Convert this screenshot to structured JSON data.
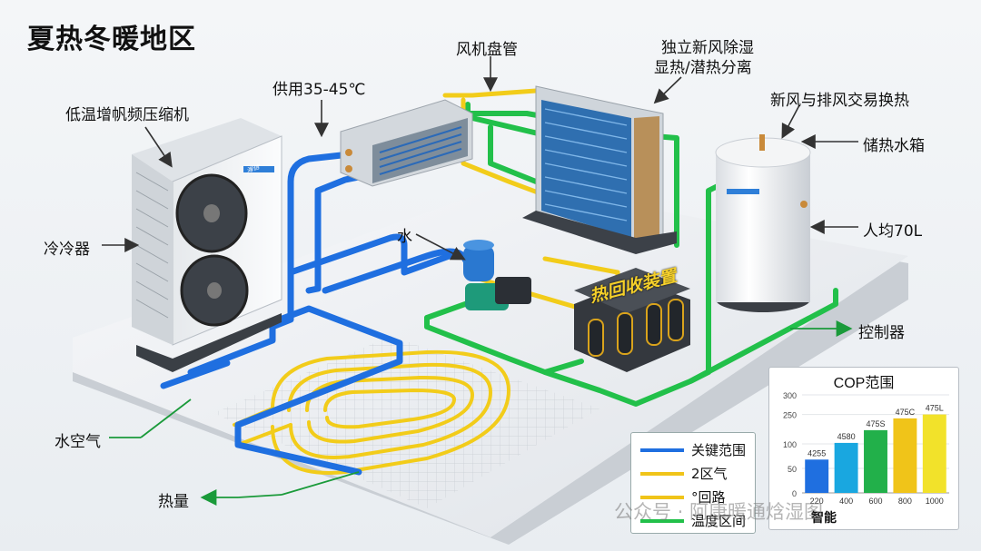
{
  "title": "夏热冬暖地区",
  "labels": {
    "compressor": "低温增帆频压缩机",
    "supply_temp": "供用35-45℃",
    "fan_coil": "风机盘管",
    "fresh_air_1": "独立新风除湿",
    "fresh_air_2": "显热/潜热分离",
    "exchange": "新风与排风交易换热",
    "tank": "储热水箱",
    "per_capita": "人均70L",
    "condenser": "冷冷器",
    "water": "水",
    "heat_recovery": "热回收装置",
    "controller": "控制器",
    "air_water": "水空气",
    "heat": "热量",
    "unit_brand": "海信"
  },
  "legend": [
    {
      "label": "关键范围",
      "color": "#1f6fe0"
    },
    {
      "label": "2区气",
      "color": "#f0c419"
    },
    {
      "label": "°回路",
      "color": "#f0c419"
    },
    {
      "label": "温度区间",
      "color": "#1fb84a"
    }
  ],
  "colors": {
    "pipe_blue": "#1f6fe0",
    "pipe_yellow": "#f2cc1a",
    "pipe_green": "#22c04a",
    "arrow_green": "#1a9a3a"
  },
  "chart_data": {
    "type": "bar",
    "title": "COP范围",
    "categories": [
      "220",
      "400",
      "600",
      "800",
      "1000"
    ],
    "values": [
      68,
      102,
      128,
      152,
      160
    ],
    "data_labels": [
      "4255",
      "4580",
      "475S",
      "475C",
      "475L"
    ],
    "bar_colors": [
      "#1f6fe0",
      "#19a7e0",
      "#22b04a",
      "#f0c419",
      "#f2e22a"
    ],
    "y_ticks": [
      "300",
      "250",
      "100",
      "50",
      "0"
    ],
    "y_tick_values": [
      200,
      160,
      100,
      50,
      0
    ],
    "ylim": [
      0,
      200
    ],
    "xlabel": "智能"
  },
  "watermark": "公众号 · 阿康暖通焓湿图"
}
